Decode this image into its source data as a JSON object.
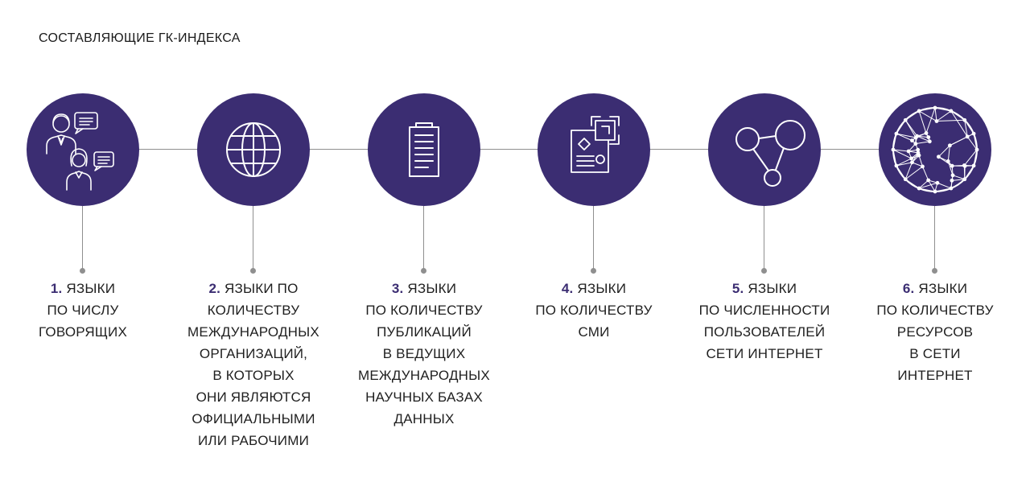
{
  "title": "СОСТАВЛЯЮЩИЕ ГК-ИНДЕКСА",
  "colors": {
    "circle": "#3b2d72",
    "number": "#3b2d72",
    "connector": "#8f8f8f"
  },
  "steps": [
    {
      "num": "1.",
      "lines": [
        "ЯЗЫКИ",
        "ПО ЧИСЛУ",
        "ГОВОРЯЩИХ"
      ],
      "icon": "speaking-people-icon"
    },
    {
      "num": "2.",
      "lines": [
        "ЯЗЫКИ ПО",
        "КОЛИЧЕСТВУ",
        "МЕЖДУНАРОДНЫХ",
        "ОРГАНИЗАЦИЙ,",
        "В КОТОРЫХ",
        "ОНИ ЯВЛЯЮТСЯ",
        "ОФИЦИАЛЬНЫМИ",
        "ИЛИ РАБОЧИМИ"
      ],
      "icon": "globe-icon"
    },
    {
      "num": "3.",
      "lines": [
        "ЯЗЫКИ",
        "ПО КОЛИЧЕСТВУ",
        "ПУБЛИКАЦИЙ",
        "В ВЕДУЩИХ",
        "МЕЖДУНАРОДНЫХ",
        "НАУЧНЫХ БАЗАХ",
        "ДАННЫХ"
      ],
      "icon": "document-icon"
    },
    {
      "num": "4.",
      "lines": [
        "ЯЗЫКИ",
        "ПО КОЛИЧЕСТВУ",
        "СМИ"
      ],
      "icon": "media-icon"
    },
    {
      "num": "5.",
      "lines": [
        "ЯЗЫКИ",
        "ПО ЧИСЛЕННОСТИ",
        "ПОЛЬЗОВАТЕЛЕЙ",
        "СЕТИ ИНТЕРНЕТ"
      ],
      "icon": "network-nodes-icon"
    },
    {
      "num": "6.",
      "lines": [
        "ЯЗЫКИ",
        "ПО КОЛИЧЕСТВУ",
        "РЕСУРСОВ",
        "В СЕТИ",
        "ИНТЕРНЕТ"
      ],
      "icon": "mesh-sphere-icon"
    }
  ]
}
